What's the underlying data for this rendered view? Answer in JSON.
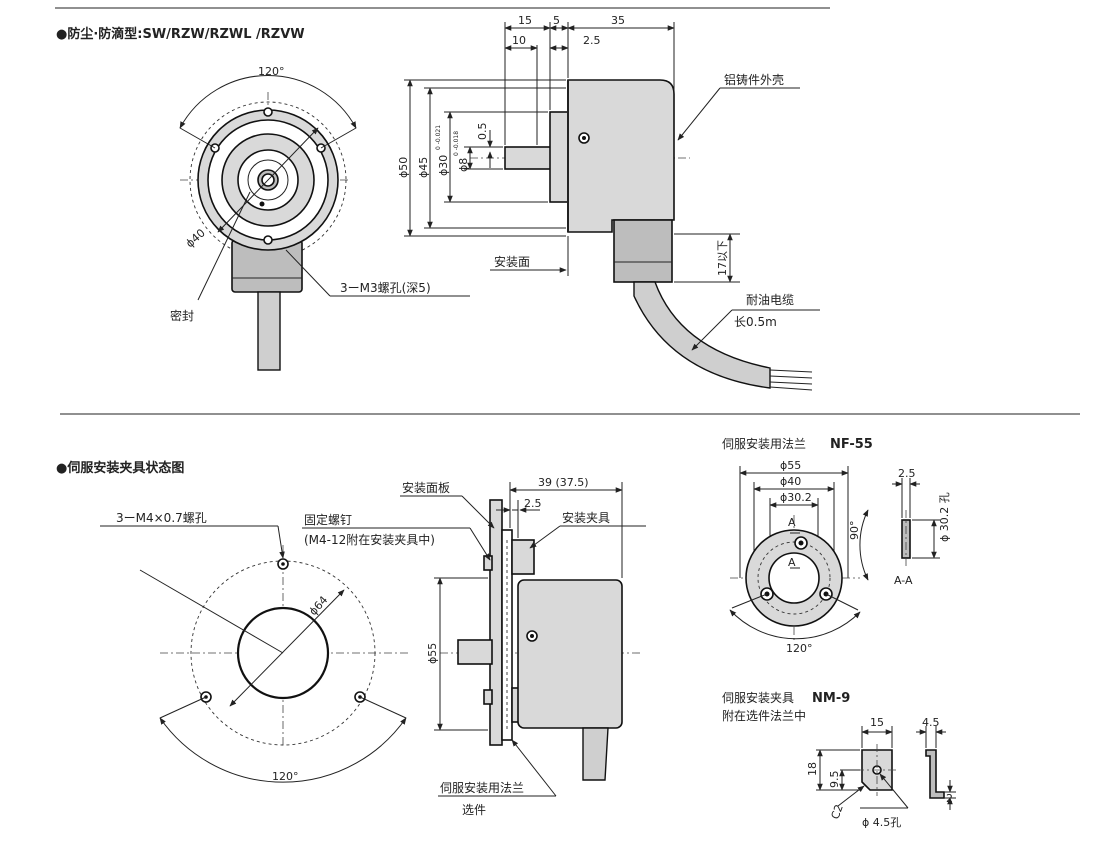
{
  "section1": {
    "title": "●防尘·防滴型:SW/RZW/RZWL /RZVW",
    "front": {
      "angle": "120°",
      "dia": "ϕ40",
      "seal": "密封",
      "holes": "3ーM3螺孔(深5)"
    },
    "side": {
      "dim_15": "15",
      "dim_5": "5",
      "dim_35": "35",
      "dim_10": "10",
      "dim_2_5": "2.5",
      "dia50": "ϕ50",
      "dia45": "ϕ45",
      "dia30": "ϕ30",
      "dia30_tol": "0 -0.021",
      "dia8": "ϕ8",
      "dia8_tol": "0 -0.018",
      "dim_0_5": "0.5",
      "housing": "铝铸件外壳",
      "mount_face": "安装面",
      "dim_17": "17以下",
      "cable": "耐油电缆",
      "cable_len": "长0.5m"
    }
  },
  "section2": {
    "title": "●伺服安装夹具状态图",
    "front": {
      "holes": "3ーM4×0.7螺孔",
      "dia64": "ϕ64",
      "angle": "120°"
    },
    "side": {
      "panel": "安装面板",
      "screw": "固定螺钉",
      "screw_note": "(M4-12附在安装夹具中)",
      "dim_39": "39 (37.5)",
      "dim_2_5": "2.5",
      "clamp": "安装夹具",
      "dia55": "ϕ55",
      "flange": "伺服安装用法兰",
      "option": "选件"
    }
  },
  "flange_nf55": {
    "title_prefix": "伺服安装用法兰",
    "model": "NF-55",
    "dia55": "ϕ55",
    "dia40": "ϕ40",
    "dia30_2": "ϕ30.2",
    "marker_a": "A",
    "angle90": "90°",
    "angle120": "120°",
    "dim_2_5": "2.5",
    "hole": "ϕ 30.2 孔",
    "section": "A-A"
  },
  "clamp_nm9": {
    "title_prefix": "伺服安装夹具",
    "model": "NM-9",
    "subtitle": "附在选件法兰中",
    "dim_15": "15",
    "dim_4_5": "4.5",
    "dim_18": "18",
    "dim_9_5": "9.5",
    "chamfer": "C2",
    "dim_2": "2",
    "hole": "ϕ 4.5孔"
  }
}
